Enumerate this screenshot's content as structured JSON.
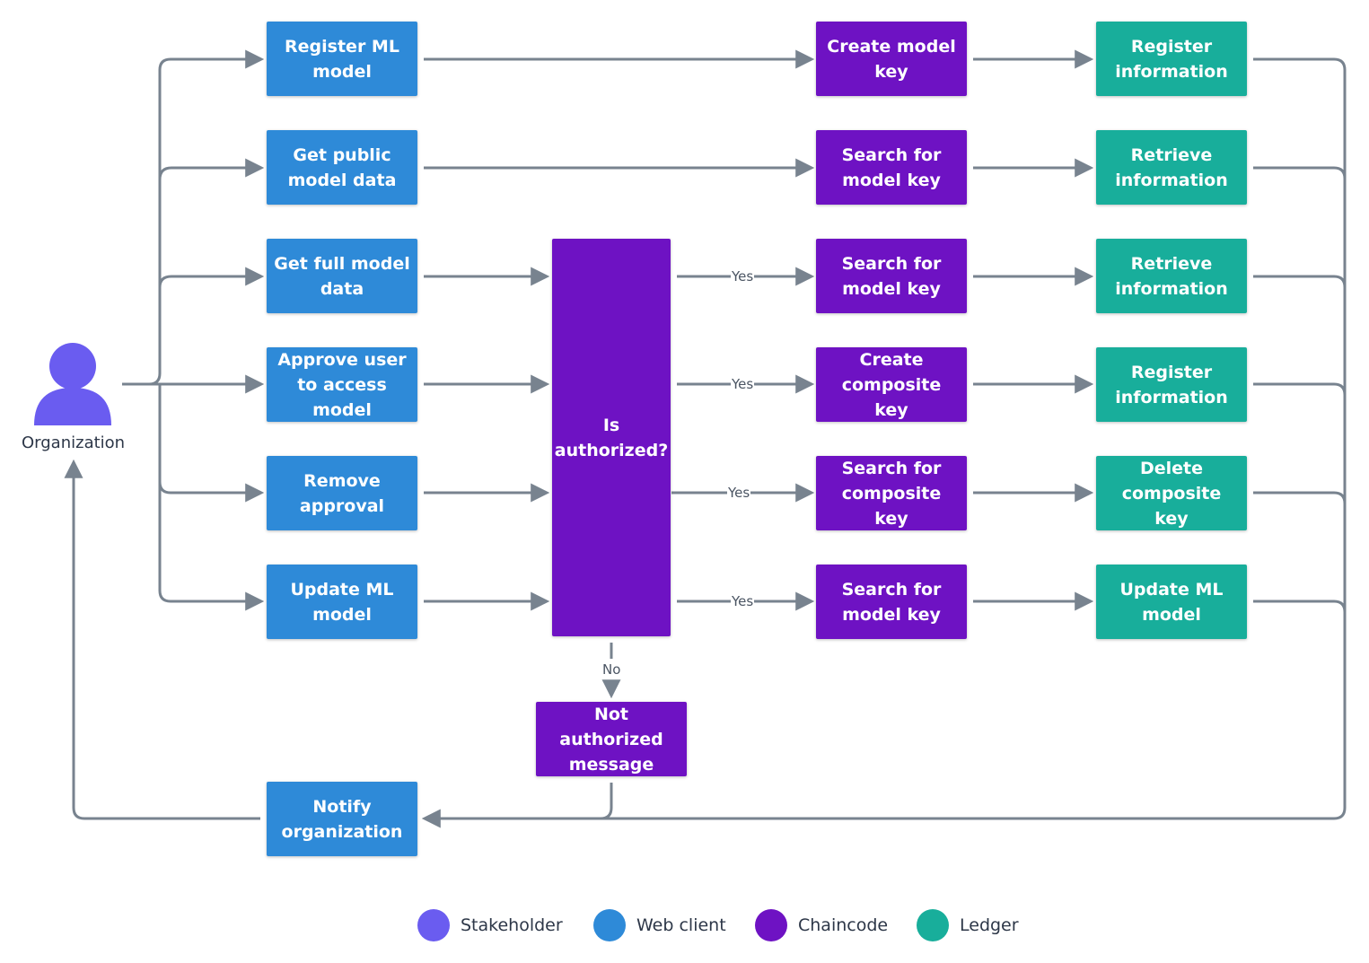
{
  "actor": {
    "label": "Organization"
  },
  "colors": {
    "stakeholder": "#6a5cf0",
    "web_client": "#2e8ad8",
    "chaincode": "#6e12c3",
    "ledger": "#18ae9b",
    "edge": "#78838f"
  },
  "web_client": {
    "register": "Register ML model",
    "get_public": "Get public model data",
    "get_full": "Get full model data",
    "approve": "Approve user to access model",
    "remove": "Remove approval",
    "update": "Update ML model",
    "notify": "Notify organization"
  },
  "decision": {
    "label": "Is authorized?"
  },
  "not_authorized": "Not authorized message",
  "chaincode": {
    "create_model_key": "Create model key",
    "search_model_key_1": "Search for model key",
    "search_model_key_2": "Search for model key",
    "create_composite_key": "Create composite key",
    "search_composite_key": "Search for composite key",
    "search_model_key_3": "Search for model key"
  },
  "ledger": {
    "register_info_1": "Register information",
    "retrieve_info_1": "Retrieve information",
    "retrieve_info_2": "Retrieve information",
    "register_info_2": "Register information",
    "delete_composite_key": "Delete composite key",
    "update_model": "Update ML model"
  },
  "edge_labels": {
    "yes_1": "Yes",
    "yes_2": "Yes",
    "yes_3": "Yes",
    "yes_4": "Yes",
    "no": "No"
  },
  "legend": [
    {
      "label": "Stakeholder",
      "color": "#6a5cf0"
    },
    {
      "label": "Web client",
      "color": "#2e8ad8"
    },
    {
      "label": "Chaincode",
      "color": "#6e12c3"
    },
    {
      "label": "Ledger",
      "color": "#18ae9b"
    }
  ]
}
